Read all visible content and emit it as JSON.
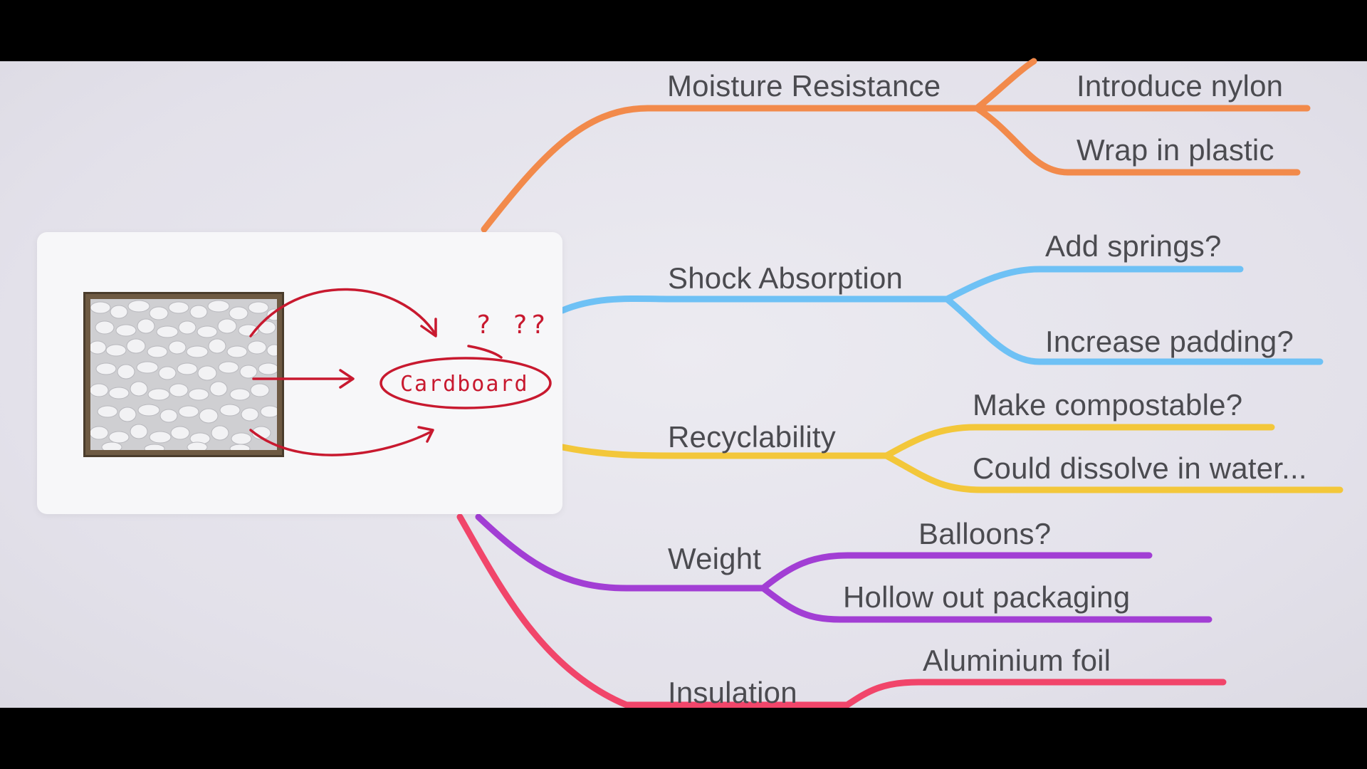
{
  "center": {
    "label": "Cardboard",
    "marks": "? ??",
    "image": "box of packing peanuts"
  },
  "branches": [
    {
      "label": "Moisture Resistance",
      "color": "#f28a4b",
      "children": [
        "Introduce nylon",
        "Wrap in plastic"
      ]
    },
    {
      "label": "Shock Absorption",
      "color": "#6ec1f5",
      "children": [
        "Add springs?",
        "Increase padding?"
      ]
    },
    {
      "label": "Recyclability",
      "color": "#f3c73a",
      "children": [
        "Make compostable?",
        "Could dissolve in water..."
      ]
    },
    {
      "label": "Weight",
      "color": "#a23ed4",
      "children": [
        "Balloons?",
        "Hollow out packaging"
      ]
    },
    {
      "label": "Insulation",
      "color": "#f1456a",
      "children": [
        "Aluminium foil"
      ]
    }
  ],
  "hand_color": "#c8192f"
}
